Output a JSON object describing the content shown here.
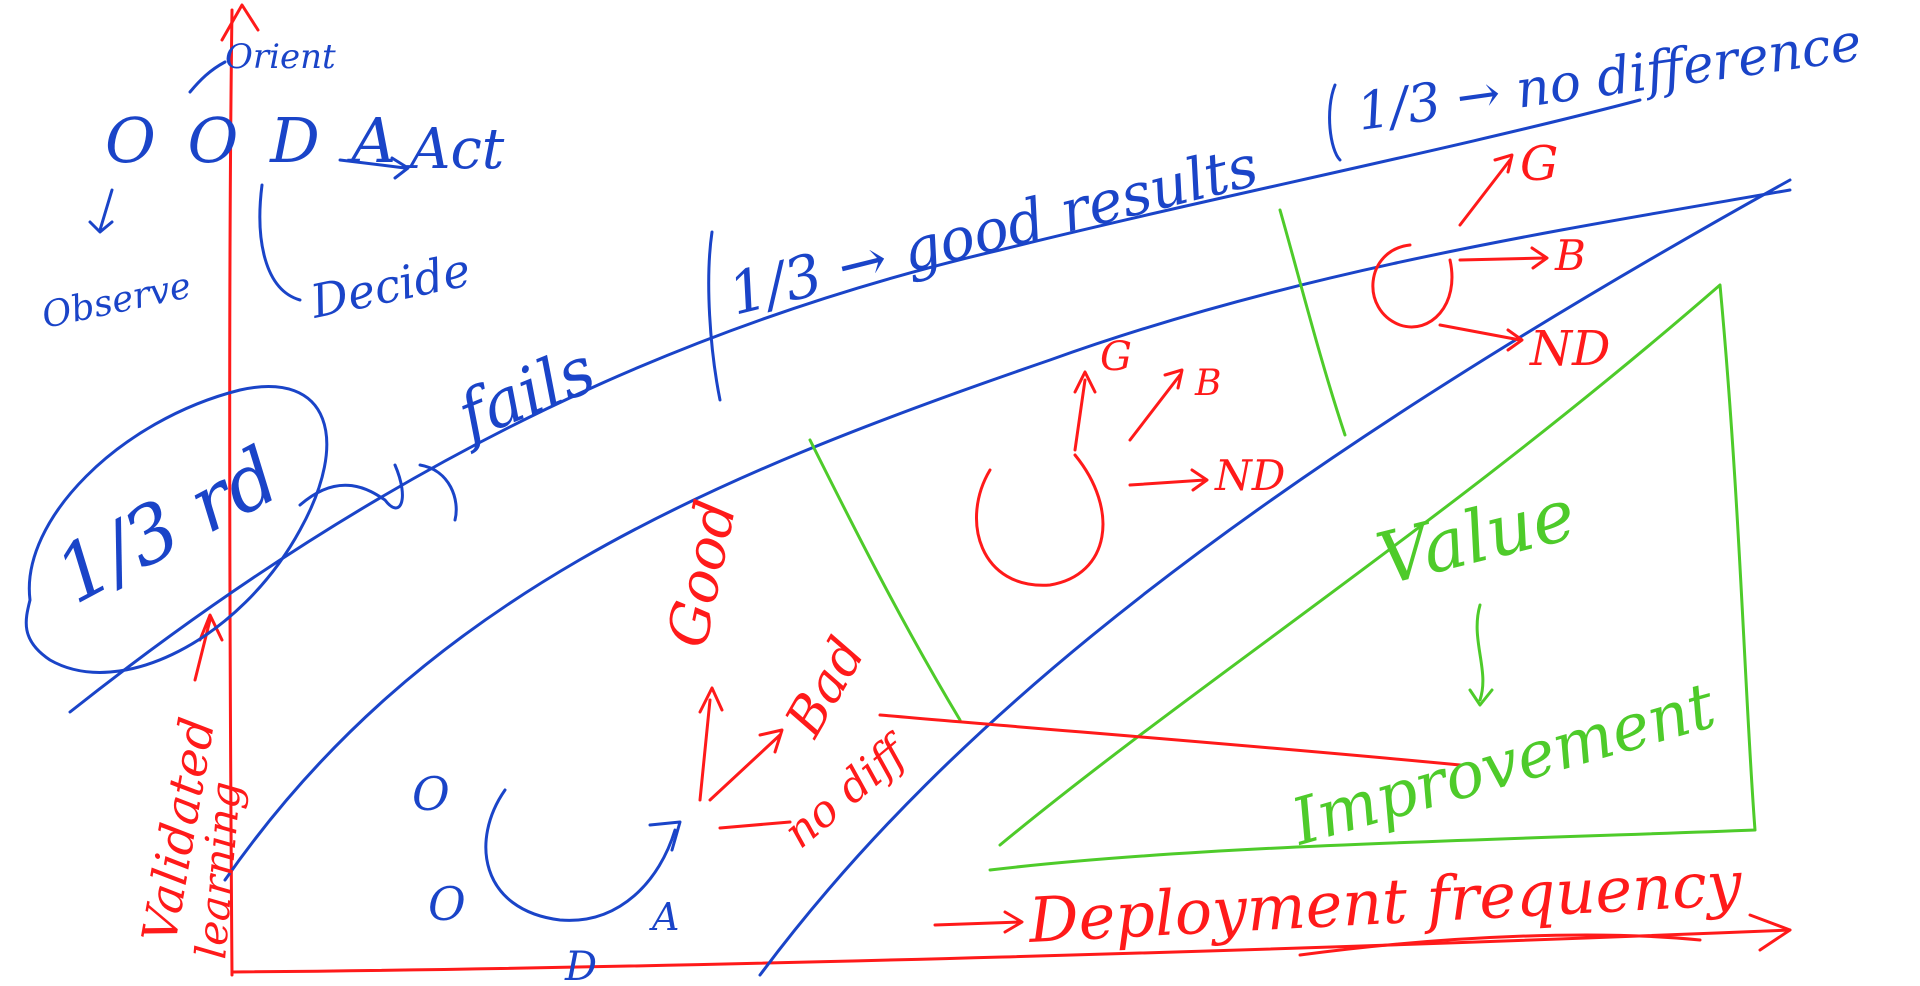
{
  "colors": {
    "red": "#ff1a1a",
    "blue": "#1a44c8",
    "green": "#4ecb2a",
    "background": "#ffffff"
  },
  "ooda": {
    "title": "O O D A",
    "orient": "Orient",
    "act": "Act",
    "decide": "Decide",
    "observe": "Observe"
  },
  "thirds": {
    "circled": "1/3 rd",
    "fails": "fails",
    "good_results": "1/3 → good results",
    "no_difference": "1/3 → no difference"
  },
  "inner_loop": {
    "o1": "O",
    "o2": "O",
    "d": "D",
    "a": "A",
    "good": "Good",
    "bad": "Bad",
    "no_diff": "no diff"
  },
  "mid_loop": {
    "g": "G",
    "b": "B",
    "nd": "ND"
  },
  "outer_loop": {
    "g": "G",
    "b": "B",
    "nd": "ND"
  },
  "axes": {
    "y_label_1": "Validated",
    "y_label_2": "learning",
    "x_label": "Deployment frequency"
  },
  "value_box": {
    "value": "Value",
    "improvement": "Improvement"
  }
}
